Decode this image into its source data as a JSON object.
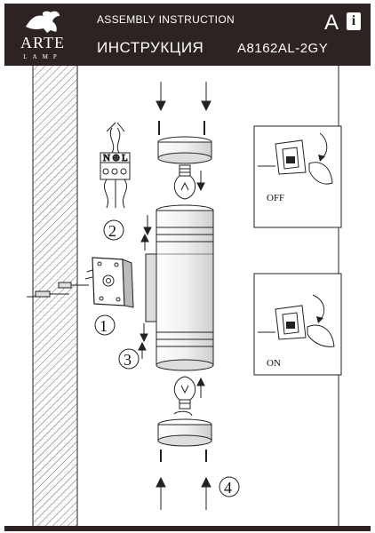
{
  "header": {
    "brand_name": "ARTE",
    "brand_sub": "LAMP",
    "title_en": "ASSEMBLY INSTRUCTION",
    "title_ru": "ИНСТРУКЦИЯ",
    "model": "A8162AL-2GY",
    "lang": "A",
    "info_icon": "i"
  },
  "diagram": {
    "terminal_labels": [
      "N",
      "⊕",
      "L"
    ],
    "steps": [
      "1",
      "2",
      "3",
      "4"
    ],
    "switch_off_label": "OFF",
    "switch_on_label": "ON"
  }
}
